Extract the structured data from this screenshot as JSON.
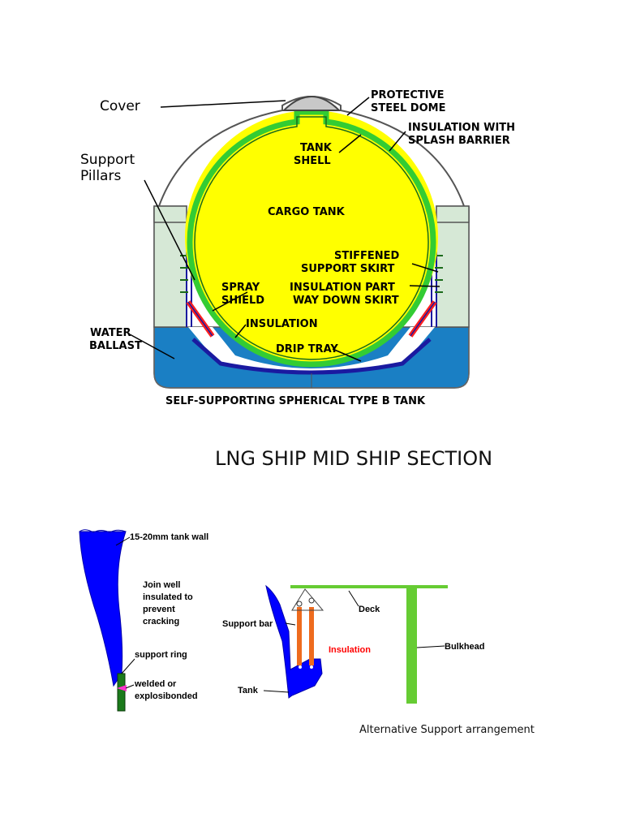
{
  "top_diagram": {
    "labels": {
      "cover": "Cover",
      "protective_1": "PROTECTIVE",
      "protective_2": "STEEL DOME",
      "insulation_1": "INSULATION WITH",
      "insulation_2": "SPLASH BARRIER",
      "tank_shell_1": "TANK",
      "tank_shell_2": "SHELL",
      "support_1": "Support",
      "support_2": "Pillars",
      "cargo_tank": "CARGO TANK",
      "stiffened_1": "STIFFENED",
      "stiffened_2": "SUPPORT SKIRT",
      "spray_1": "SPRAY",
      "spray_2": "SHIELD",
      "ins_part_1": "INSULATION PART",
      "ins_part_2": "WAY DOWN SKIRT",
      "insulation": "INSULATION",
      "water_1": "WATER",
      "water_2": "BALLAST",
      "drip_tray": "DRIP TRAY",
      "caption": "SELF-SUPPORTING SPHERICAL TYPE B TANK"
    },
    "colors": {
      "cargo": "#ffff00",
      "insulation": "#33cc33",
      "ballast": "#1a7fc4",
      "pillar": "#d6e8d6",
      "spray": "#ff1f1f",
      "drip": "#1a1aa0",
      "dome": "#c8c8c8"
    }
  },
  "section_title": "LNG  SHIP MID SHIP SECTION",
  "left_detail": {
    "labels": {
      "wall": "15-20mm tank wall",
      "join_1": "Join well",
      "join_2": "insulated to",
      "join_3": "prevent",
      "join_4": "cracking",
      "ring": "support ring",
      "weld_1": "welded or",
      "weld_2": "explosibonded"
    }
  },
  "right_detail": {
    "labels": {
      "deck": "Deck",
      "support_bar": "Support bar",
      "insulation": "Insulation",
      "bulkhead": "Bulkhead",
      "tank": "Tank"
    },
    "caption": "Alternative Support arrangement"
  }
}
